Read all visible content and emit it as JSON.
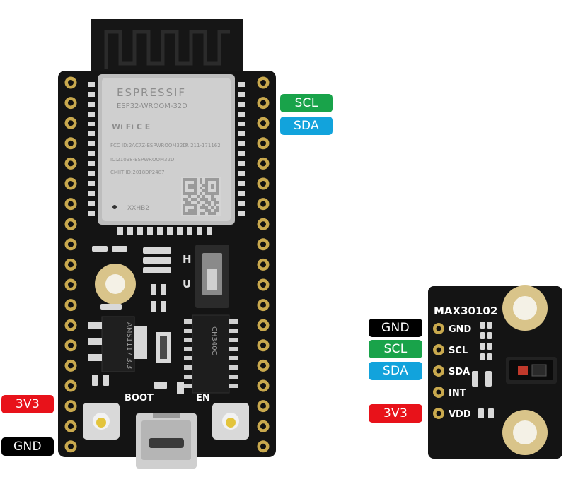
{
  "esp32_board": {
    "module_brand": "ESPRESSIF",
    "module_model": "ESP32-WROOM-32D",
    "module_text_lines": [
      "FCC ID:2AC7Z-ESPWROOM32D",
      "IC:21098-ESPWROOM32D",
      "CMIIT ID:2018DP2487",
      "R 211-171162",
      "XXHB2"
    ],
    "chip_regulator": "AMS1117 3.3",
    "chip_usb_serial": "CH340C",
    "button_boot": "BOOT",
    "button_en": "EN",
    "switch_labels": [
      "H",
      "U"
    ]
  },
  "max_board": {
    "title": "MAX30102",
    "pins": [
      "GND",
      "SCL",
      "SDA",
      "INT",
      "VDD"
    ]
  },
  "tags": {
    "esp_scl": "SCL",
    "esp_sda": "SDA",
    "esp_3v3": "3V3",
    "esp_gnd": "GND",
    "max_gnd": "GND",
    "max_scl": "SCL",
    "max_sda": "SDA",
    "max_3v3": "3V3"
  },
  "colors": {
    "gnd": "#000000",
    "scl": "#19a34a",
    "sda": "#12a3dc",
    "v33": "#e8121a",
    "pcb": "#151515",
    "gold": "#c9a94e"
  }
}
